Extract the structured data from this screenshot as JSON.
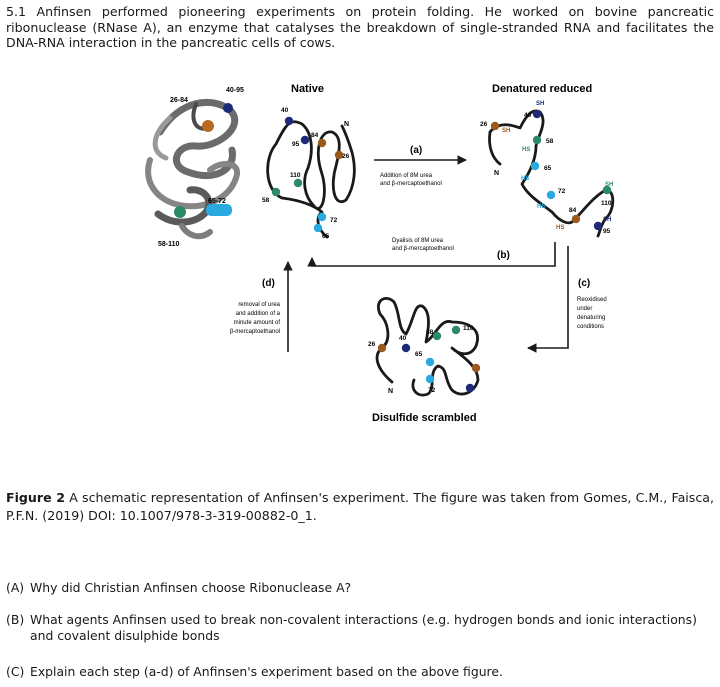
{
  "intro": "5.1 Anfinsen performed pioneering experiments on protein folding. He worked on bovine pancreatic ribonuclease (RNase A), an enzyme that catalyses the breakdown of single-stranded RNA and facilitates the DNA-RNA interaction in the pancreatic cells of cows.",
  "figure": {
    "native_title": "Native",
    "denatured_title": "Denatured reduced",
    "scrambled_title": "Disulfide scrambled",
    "ribbon": {
      "l1": "26-84",
      "l2": "40-95",
      "l3": "65-72",
      "l4": "58-110"
    },
    "native": {
      "r40": "40",
      "r95": "95",
      "r84": "84",
      "r26": "26",
      "rN": "N",
      "r110": "110",
      "r58": "58",
      "r72": "72",
      "r65": "65"
    },
    "denat": {
      "r26": "26",
      "rSH1": "SH",
      "rSH2": "SH",
      "r40": "40",
      "r58": "58",
      "rHS1": "HS",
      "r65": "65",
      "rHS2": "HS",
      "rN": "N",
      "r72": "72",
      "rHS3": "HS",
      "rSH3": "SH",
      "r110": "110",
      "r84": "84",
      "rSH4": "SH",
      "rHS4": "HS",
      "r95": "95"
    },
    "scram": {
      "r26": "26",
      "r40": "40",
      "r58": "58",
      "r110": "110",
      "r65": "65",
      "r72": "72",
      "rN": "N"
    },
    "step_a": {
      "label": "(a)",
      "line1": "Addition of 8M urea",
      "line2": "and β-mercaptoethanol"
    },
    "step_b": {
      "label": "(b)",
      "line1": "Dyalisis of 8M urea",
      "line2": "and β-mercaptoethanol"
    },
    "step_c": {
      "label": "(c)",
      "line1": "Reoxidised",
      "line2": "under",
      "line3": "denaturing",
      "line4": "conditions"
    },
    "step_d": {
      "label": "(d)",
      "line1": "removal of urea",
      "line2": "and addition of a",
      "line3": "minute amount of",
      "line4": "β-mercaptoethanol"
    },
    "colors": {
      "brown": "#9a5a1e",
      "navy": "#1c2a78",
      "teal": "#2c8a66",
      "cyan": "#29a9e0",
      "ribbon": "#6b6b6b"
    }
  },
  "caption": {
    "label": "Figure 2",
    "text": " A schematic representation of Anfinsen's experiment. The figure was taken from Gomes, C.M., Faisca, P.F.N. (2019) DOI: 10.1007/978-3-319-00882-0_1."
  },
  "questions": {
    "a": {
      "label": "(A)",
      "text": "Why did Christian Anfinsen choose Ribonuclease A?"
    },
    "b": {
      "label": "(B)",
      "text": "What agents Anfinsen used to break non-covalent interactions (e.g. hydrogen bonds and ionic interactions) and covalent disulphide bonds"
    },
    "c": {
      "label": "(C)",
      "text": "Explain each step (a-d) of Anfinsen's experiment based on the above figure."
    }
  }
}
